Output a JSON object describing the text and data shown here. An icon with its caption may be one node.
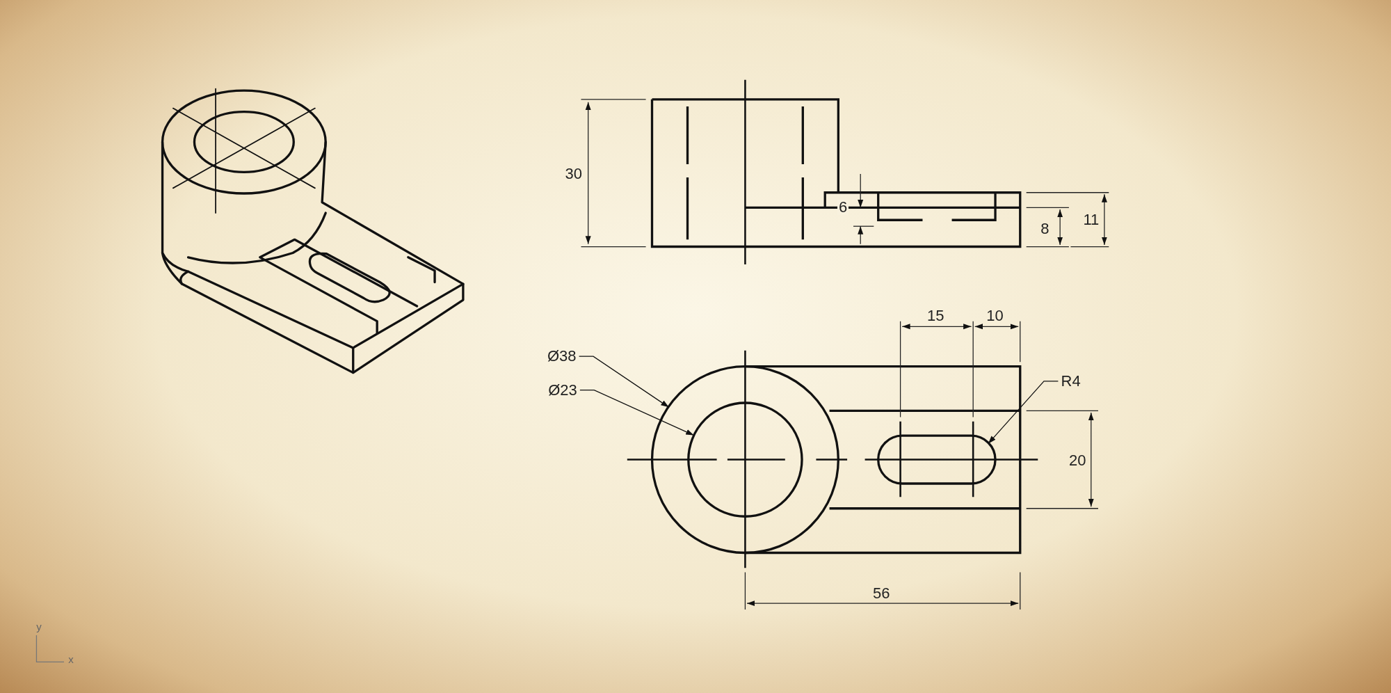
{
  "diagram": {
    "nodes": [
      {
        "text": [
          "Ø38"
        ]
      },
      {
        "text": [
          "Ø23"
        ]
      },
      {
        "text": [
          "R4"
        ]
      },
      {
        "text": [],
        "shape": "circle"
      },
      {
        "text": [],
        "shape": "circle",
        "in": 3
      },
      {
        "text": [],
        "shape": "box"
      }
    ],
    "edges": [
      {
        "from": 0,
        "to": 3,
        "arrow": "to"
      },
      {
        "from": 1,
        "to": 4,
        "arrow": "to"
      },
      {
        "from": 2,
        "to": 5,
        "arrow": "to"
      }
    ],
    "labels": [
      "30",
      "6",
      "8",
      "11",
      "15",
      "10",
      "20",
      "56",
      "y",
      "x"
    ]
  }
}
